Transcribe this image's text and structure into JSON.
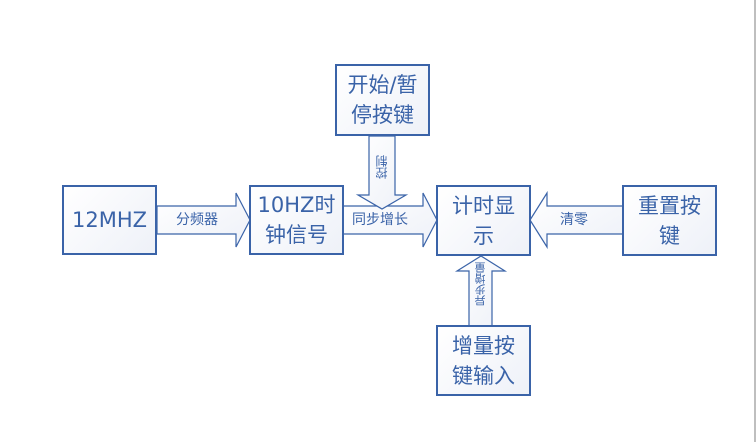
{
  "diagram": {
    "colors": {
      "stroke": "#3a63a8",
      "text": "#3a63a8",
      "fill": "#ffffff"
    },
    "nodes": {
      "osc": {
        "lines": [
          "12MHZ"
        ]
      },
      "clock": {
        "lines": [
          "10HZ时",
          "钟信号"
        ]
      },
      "startstop": {
        "lines": [
          "开始/暂",
          "停按键"
        ]
      },
      "display": {
        "lines": [
          "计时显",
          "示"
        ]
      },
      "reset": {
        "lines": [
          "重置按",
          "键"
        ]
      },
      "increment": {
        "lines": [
          "增量按",
          "键输入"
        ]
      }
    },
    "edges": {
      "divider": {
        "label": "分频器",
        "from": "osc",
        "to": "clock"
      },
      "sync": {
        "label": "同步增长",
        "from": "clock",
        "to": "display"
      },
      "control": {
        "label": "控制",
        "from": "startstop",
        "to": "display"
      },
      "clear": {
        "label": "清零",
        "from": "reset",
        "to": "display"
      },
      "async": {
        "label": "异步增量",
        "from": "increment",
        "to": "display"
      }
    }
  }
}
